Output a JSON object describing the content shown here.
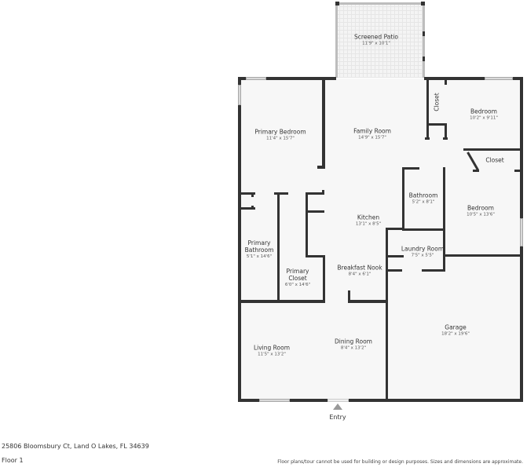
{
  "plan": {
    "rooms": [
      {
        "name": "Screened Patio",
        "dims": "11'9\" x 10'1\""
      },
      {
        "name": "Primary Bedroom",
        "dims": "11'4\" x 15'7\""
      },
      {
        "name": "Family Room",
        "dims": "14'9\" x 15'7\""
      },
      {
        "name": "Closet",
        "dims": ""
      },
      {
        "name": "Bedroom",
        "dims": "10'2\" x 9'11\""
      },
      {
        "name": "Closet",
        "dims": ""
      },
      {
        "name": "Bathroom",
        "dims": "5'2\" x 8'1\""
      },
      {
        "name": "Bedroom",
        "dims": "10'5\" x 13'6\""
      },
      {
        "name": "Kitchen",
        "dims": "13'1\" x 8'5\""
      },
      {
        "name": "Primary Bathroom",
        "name_line1": "Primary",
        "name_line2": "Bathroom",
        "dims": "5'1\" x 14'6\""
      },
      {
        "name": "Primary Closet",
        "name_line1": "Primary",
        "name_line2": "Closet",
        "dims": "6'0\" x 14'6\""
      },
      {
        "name": "Laundry Room",
        "dims": "7'5\" x 5'5\""
      },
      {
        "name": "Breakfast Nook",
        "dims": "8'4\" x 6'1\""
      },
      {
        "name": "Garage",
        "dims": "18'2\" x 19'6\""
      },
      {
        "name": "Living Room",
        "dims": "11'5\" x 13'2\""
      },
      {
        "name": "Dining Room",
        "dims": "8'4\" x 13'2\""
      }
    ],
    "entry_label": "Entry",
    "colors": {
      "wall": "#333333",
      "floor": "#f7f7f7",
      "window": "#d9d9d9"
    }
  },
  "footer": {
    "address": "25806 Bloomsbury Ct, Land O Lakes, FL 34639",
    "floor": "Floor 1",
    "disclaimer": "Floor plans/tour cannot be used for building or design purposes. Sizes and dimensions are approximate."
  }
}
